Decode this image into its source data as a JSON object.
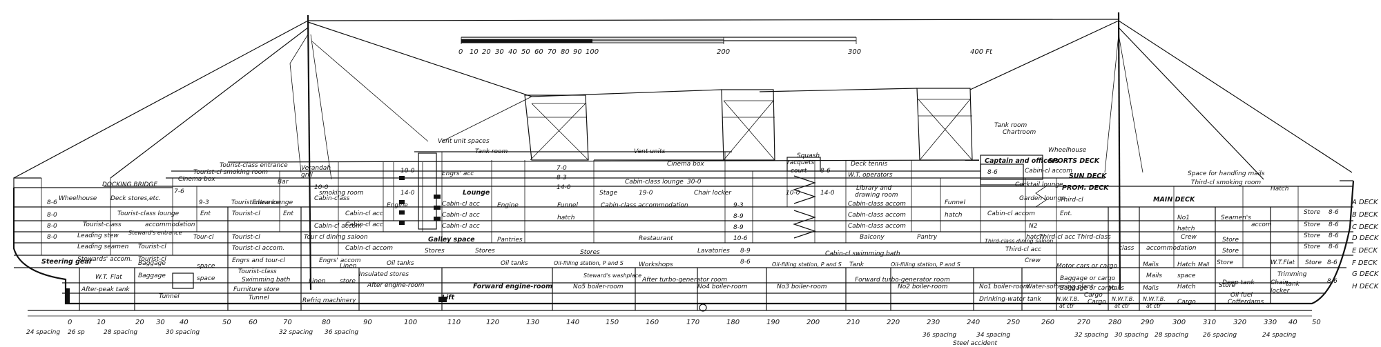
{
  "scale": {
    "ticks": [
      "0",
      "10",
      "20",
      "30",
      "40",
      "50",
      "60",
      "70",
      "80",
      "90",
      "100",
      "200",
      "300",
      "400 Ft"
    ]
  },
  "top_labels": {
    "docking_bridge": "DOCKING BRIDGE",
    "wheelhouse_fwd": "Wheelhouse",
    "deck_stores": "Deck stores,etc.",
    "cinema_box_1": "Cinema box",
    "tc_smoking": "Tourist-cl smoking room",
    "tc_entrance": "Tourist-class entrance",
    "bar": "Bar",
    "verandah": "Verandah",
    "grill": "grill",
    "vent_spaces": "Vent unit spaces",
    "tank_room_1": "Tank room",
    "vent_units": "Vent units",
    "cinema_box_2": "Cinema box",
    "squash": "Squash",
    "racquets": "racquets",
    "court": "court",
    "deck_tennis": "Deck tennis",
    "tank_room_2": "Tank room",
    "chartroom": "Chartroom",
    "wheelhouse_aft": "Wheelhouse",
    "sports_deck": "SPORTS DECK",
    "sun_deck": "SUN DECK",
    "prom_deck": "PROM. DECK",
    "main_deck": "MAIN DECK",
    "mails_space": "Space for handling mails",
    "third_smoking": "Third-cl smoking room",
    "hatch": "Hatch"
  },
  "decks": [
    "A DECK",
    "B DECK",
    "C DECK",
    "D DECK",
    "E DECK",
    "F DECK",
    "G DECK",
    "H DECK"
  ],
  "rooms": {
    "r1": "Tourist-class lounge",
    "r2": "Ent",
    "r3": "Tourist-class lounge",
    "r4": "Ent",
    "r5": "Cabin-class",
    "r6": "smoking room",
    "r7": "Tourist-class",
    "r8": "accommodation",
    "r9": "Leading stew",
    "r10": "Steward's entrance",
    "r11": "Leading seamen",
    "r12": "Tourist-cl",
    "r13": "Stewards' accom.",
    "r14": "Tourist-cl",
    "r15": "Tour-cl",
    "r16": "Tourist-cl",
    "r17": "Tourist-cl",
    "r18": "Tourist-cl accom.",
    "r19": "Cabin-cl acc",
    "r20": "Cabin-cl acc",
    "r21": "Cabin-cl accom",
    "r22": "Cabin-cl accom",
    "r23": "Tour cl dining saloon",
    "r24": "Engrs and tour-cl",
    "r25": "Engrs' accom",
    "r26": "Engine",
    "r27": "Engrs' acc",
    "r28": "Lounge",
    "r29": "Cabin-cl acc",
    "r30": "Cabin-cl acc",
    "r31": "Cabin-cl acc",
    "r32": "Galley space",
    "r33": "Engine",
    "r34": "Funnel",
    "r35": "hatch",
    "r36": "Pantries",
    "r37": "Stage",
    "r38": "Cabin-class lounge",
    "r39": "Chair locker",
    "r40": "Cabin-class accommodation",
    "r41": "Restaurant",
    "r42": "Cabin-class accom",
    "r43": "Cabin-class accom",
    "r44": "Cabin-class accom",
    "r45": "Library and",
    "r46": "drawing room",
    "r47": "Balcony",
    "r48": "Pantry",
    "r49": "Funnel",
    "r50": "hatch",
    "r51": "W.T. operators",
    "r52": "Captain and officers",
    "r53": "Cabin-cl accom",
    "r54": "Cocktail lounge",
    "r55": "Garden lounge",
    "r56": "Cabin-cl accom",
    "r57": "Third-cl",
    "r58": "Ent.",
    "r59": "Third-class dining saloon",
    "r60": "Third-cl acc",
    "r61": "Third-cl acc",
    "r62": "Third-class",
    "r63": "class",
    "r64": "accommodation",
    "r65": "Seamen's",
    "r66": "accom",
    "r67": "Crew",
    "r68": "Store",
    "r69": "Store",
    "r70": "W.T.Flat",
    "r71": "Store",
    "r72": "Trimming",
    "r73": "tank",
    "r74": "Store",
    "r75": "Store",
    "r76": "Store",
    "r77": "Store",
    "r78": "Store",
    "r79": "Steering gear",
    "r80": "Baggage",
    "r81": "Baggage",
    "r82": "space",
    "r83": "space",
    "r84": "Tourist-class",
    "r85": "Swimming bath",
    "r86": "Linen",
    "r87": "store",
    "r88": "Linen",
    "r89": "Insulated stores",
    "r90": "Oil tanks",
    "r91": "Stores",
    "r92": "Stores",
    "r93": "Oil tanks",
    "r94": "Oil-filling station, P and S",
    "r95": "Stores",
    "r96": "Steward's washplace",
    "r97": "Lavatories",
    "r98": "Workshops",
    "r99": "Oil-filling station, P and S",
    "r100": "Cabin-cl swimming bath",
    "r101": "Tank",
    "r102": "Oil-filling station, P and S",
    "r103": "Motor cars or cargo",
    "r104": "Crew",
    "r105": "Mails",
    "r106": "Mails",
    "r107": "Mails",
    "r108": "Hatch",
    "r109": "space",
    "r110": "Mail",
    "r111": "Store",
    "r112": "Baggage or cargo",
    "r113": "Baggage or cargo",
    "r114": "Hatch",
    "r115": "Mails",
    "r116": "N.W.T.B.",
    "r117": "at ctr",
    "r118": "N.W.T.B.",
    "r119": "at ctr",
    "r120": "Cargo",
    "r121": "Cargo",
    "r122": "Deep tank",
    "r123": "Oil fuel",
    "r124": "Cofferdams",
    "r125": "Chain",
    "r126": "locker",
    "r127": "N2",
    "r128": "hatch",
    "r129": "No1",
    "r130": "hatch",
    "r131": "Entrance"
  },
  "hold_labels": {
    "h1": "W.T.",
    "h2": "Flat",
    "h3": "After-peak tank",
    "h4": "Tunnel",
    "h5": "Furniture store",
    "h6": "Tunnel",
    "h7": "Refrig machinery",
    "h8": "After engine-room",
    "h9": "Lift",
    "h10": "Forward engine-room",
    "h11": "No5 boiler-room",
    "h12": "After turbo-generator room",
    "h13": "No4 boiler-room",
    "h14": "No3 boiler-room",
    "h15": "Forward turbo-generator room",
    "h16": "No2 boiler-room",
    "h17": "No1 boiler-room",
    "h18": "Drinking-water tank",
    "h19": "Water-softening plant",
    "h20": "N.W.T.B.",
    "h21": "at ctr",
    "h22": "Cargo"
  },
  "heights": [
    "8-6",
    "8-0",
    "8-0",
    "8-0",
    "7-6",
    "9-3",
    "10-0",
    "14-0",
    "10-0",
    "7-0",
    "8-3",
    "14-0",
    "19-0",
    "30-0",
    "9-3",
    "8-9",
    "8-9",
    "10-6",
    "8-9",
    "8-6",
    "10-0",
    "14-0",
    "8-6",
    "8-6",
    "8-6",
    "8-6",
    "8-6",
    "8-6",
    "8-6",
    "8-6"
  ],
  "frame_numbers": [
    "24 spacing",
    "26 sp",
    "0",
    "10",
    "28 spacing",
    "20",
    "30",
    "30 spacing",
    "40",
    "50",
    "60",
    "70",
    "32 spacing",
    "80",
    "36 spacing",
    "90",
    "100",
    "110",
    "120",
    "130",
    "140",
    "150",
    "160",
    "170",
    "180",
    "190",
    "200",
    "210",
    "220",
    "230",
    "36 spacing",
    "240",
    "34 spacing",
    "250",
    "260",
    "270",
    "32 spacing",
    "280",
    "30 spacing",
    "290",
    "28 spacing",
    "300",
    "310",
    "26 spacing",
    "320",
    "330",
    "24 spacing",
    "40",
    "50"
  ],
  "footer": {
    "steel_accident": "Steel accident"
  }
}
